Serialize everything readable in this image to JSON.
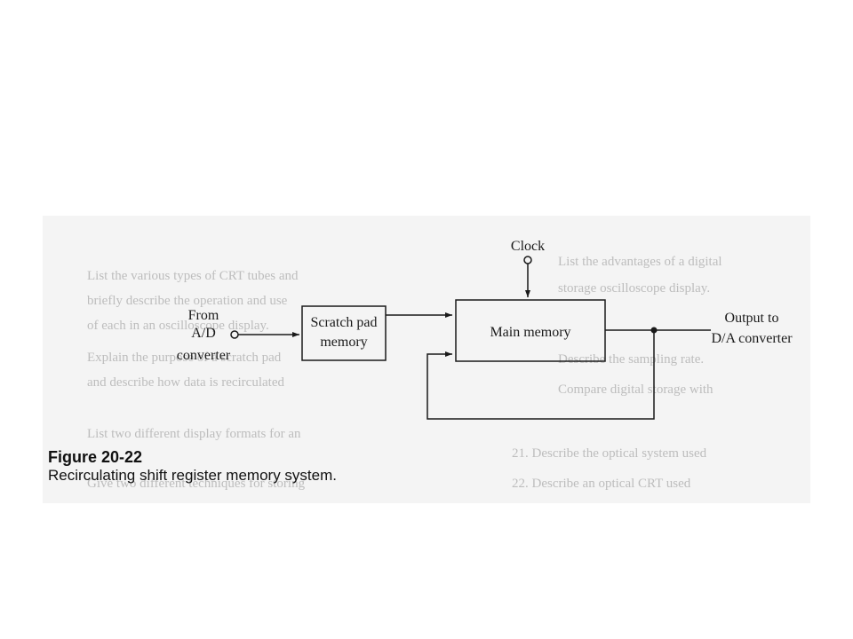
{
  "figure": {
    "number": "Figure 20-22",
    "caption": "Recirculating shift register memory system."
  },
  "input": {
    "line1": "From",
    "line2": "A/D",
    "line3": "converter"
  },
  "blocks": {
    "scratch_pad": {
      "line1": "Scratch pad",
      "line2": "memory"
    },
    "main_memory": {
      "label": "Main memory"
    }
  },
  "clock": {
    "label": "Clock"
  },
  "output": {
    "line1": "Output to",
    "line2": "D/A converter"
  },
  "colors": {
    "ink": "#1a1a1a",
    "paper": "#f4f4f4",
    "bleed_text": "#bdbdbd"
  }
}
